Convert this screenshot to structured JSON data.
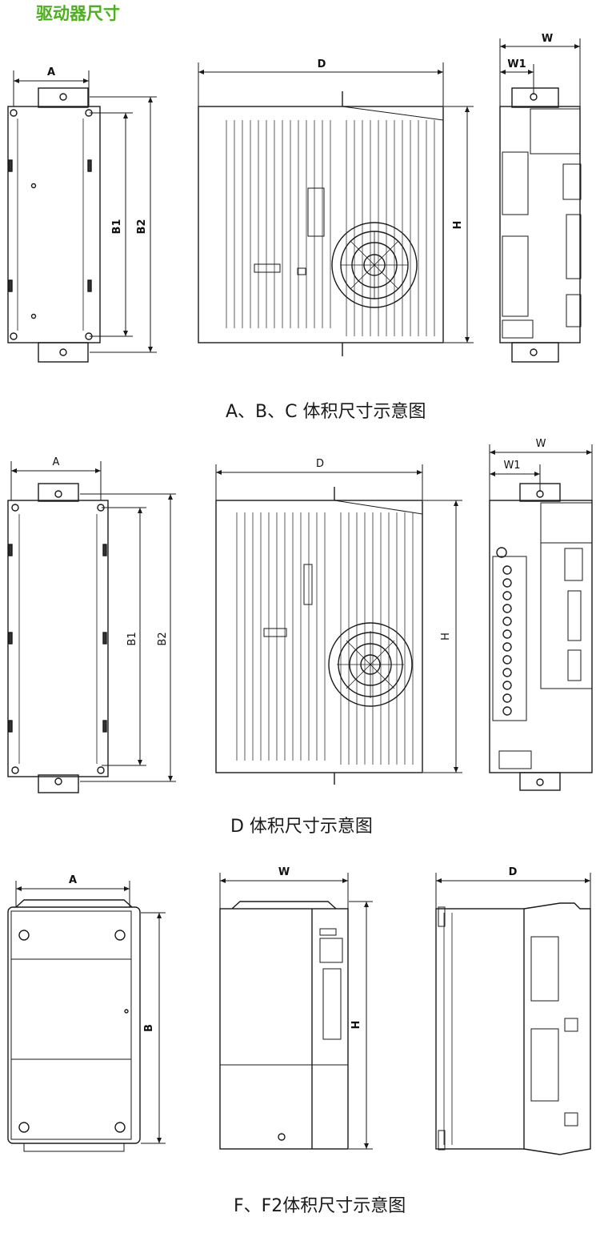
{
  "page": {
    "title": "驱动器尺寸",
    "title_color": "#4caf1d",
    "line_color": "#1a1a1a"
  },
  "sections": [
    {
      "caption": "A、B、C 体积尺寸示意图",
      "labels": {
        "a": "A",
        "b1": "B1",
        "b2": "B2",
        "d": "D",
        "h": "H",
        "w": "W",
        "w1": "W1"
      }
    },
    {
      "caption": "D 体积尺寸示意图",
      "labels": {
        "a": "A",
        "b1": "B1",
        "b2": "B2",
        "d": "D",
        "h": "H",
        "w": "W",
        "w1": "W1"
      }
    },
    {
      "caption": "F、F2体积尺寸示意图",
      "labels": {
        "a": "A",
        "b": "B",
        "w": "W",
        "h": "H",
        "d": "D"
      }
    }
  ]
}
